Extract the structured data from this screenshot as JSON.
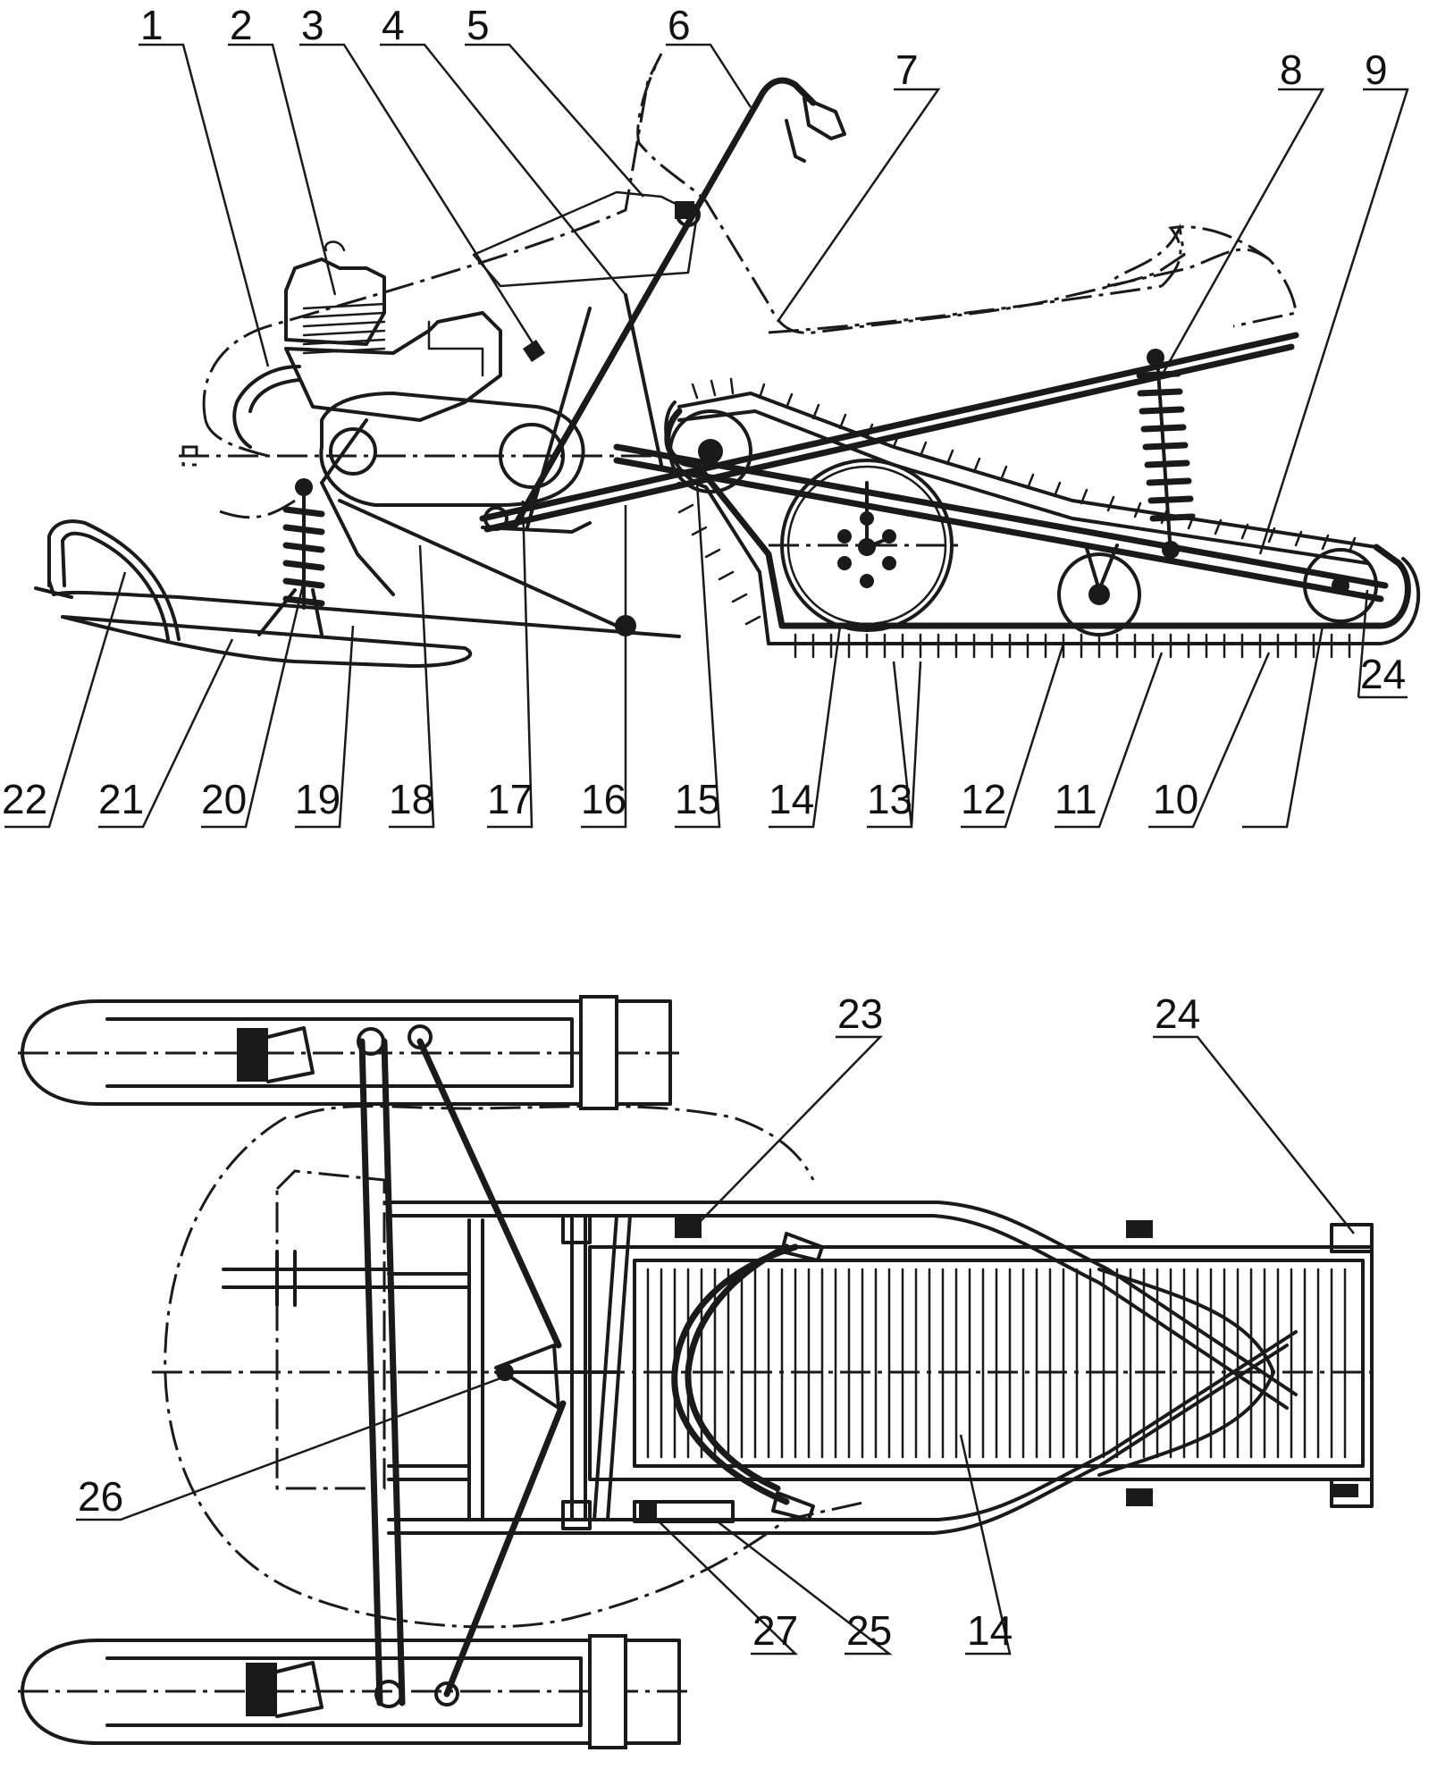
{
  "side_view": {
    "top_callouts": [
      "1",
      "2",
      "3",
      "4",
      "5",
      "6",
      "7",
      "8",
      "9"
    ],
    "right_callout": "24",
    "bottom_callouts": [
      "22",
      "21",
      "20",
      "19",
      "18",
      "17",
      "16",
      "15",
      "14",
      "13",
      "12",
      "11",
      "10"
    ]
  },
  "top_view": {
    "callouts": {
      "c23": "23",
      "c24": "24",
      "c26": "26",
      "c27": "27",
      "c25": "25",
      "c14": "14"
    }
  }
}
